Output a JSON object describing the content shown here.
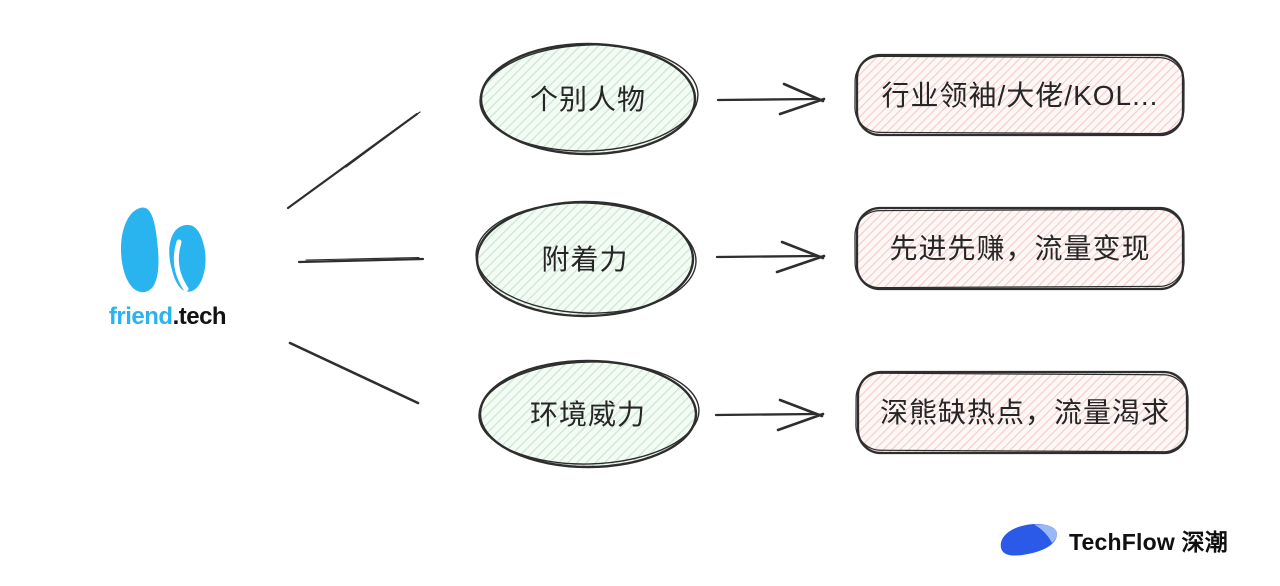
{
  "source": {
    "brand_primary": "friend",
    "brand_secondary": ".tech"
  },
  "rows": [
    {
      "factor": "个别人物",
      "outcome": "行业领袖/大佬/KOL..."
    },
    {
      "factor": "附着力",
      "outcome": "先进先赚，流量变现"
    },
    {
      "factor": "环境威力",
      "outcome": "深熊缺热点，流量渴求"
    }
  ],
  "footer": {
    "brand": "TechFlow 深潮"
  },
  "colors": {
    "friendtech_blue": "#29b4f0",
    "techflow_blue": "#2b59e8",
    "techflow_blue_light": "#9ab8f5",
    "ellipse_hatch_green": "#c9e9d1",
    "box_hatch_pink": "#f4cbc8",
    "ink": "#2e2e2e"
  }
}
